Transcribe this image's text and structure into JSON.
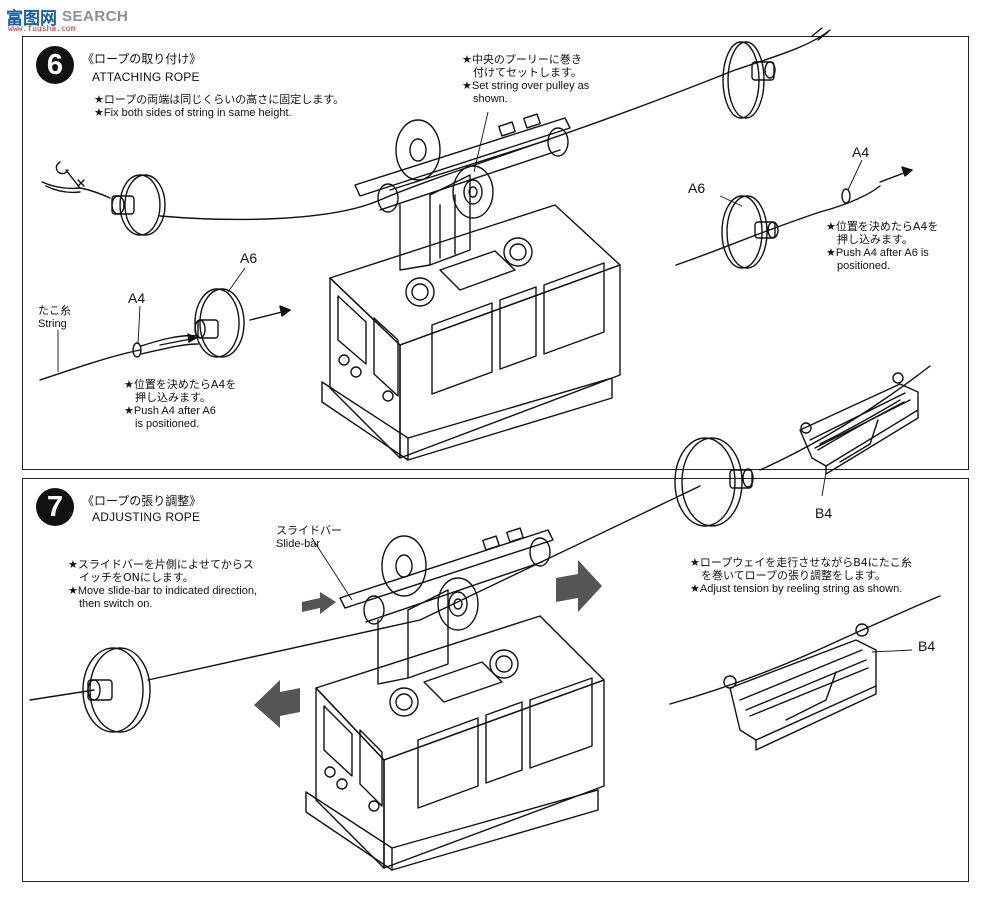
{
  "watermark": {
    "logo": "富图网",
    "suffix": "SEARCH",
    "url": "www.fuusha.com"
  },
  "step6": {
    "number": "6",
    "title_jp": "《ロープの取り付け》",
    "title_en": "ATTACHING ROPE",
    "note_jp": "★ロープの両端は同じくらいの高さに固定します。",
    "note_en": "★Fix both sides of string in same height.",
    "pulley_jp": "★中央のプーリーに巻き\n　付けてセットします。",
    "pulley_en": "★Set string over pulley as\n　shown.",
    "string_jp": "たこ糸",
    "string_en": "String",
    "label_a4_left": "A4",
    "label_a6_left": "A6",
    "push_jp_left": "★位置を決めたらA4を\n　押し込みます。",
    "push_en_left": "★Push A4 after A6\n　is positioned.",
    "label_a4_right": "A4",
    "label_a6_right": "A6",
    "push_jp_right": "★位置を決めたらA4を\n　押し込みます。",
    "push_en_right": "★Push A4 after A6 is\n　positioned."
  },
  "step7": {
    "number": "7",
    "title_jp": "《ロープの張り調整》",
    "title_en": "ADJUSTING ROPE",
    "slidebar_jp": "スライドバー",
    "slidebar_en": "Slide-bar",
    "move_jp": "★スライドバーを片側によせてからス\n　イッチをONにします。",
    "move_en": "★Move slide-bar to indicated direction,\n　then switch on.",
    "tension_jp": "★ロープウェイを走行させながらB4にたこ糸\n　を巻いてロープの張り調整をします。",
    "tension_en": "★Adjust tension by reeling string as shown.",
    "label_b4_top": "B4",
    "label_b4_bottom": "B4"
  }
}
